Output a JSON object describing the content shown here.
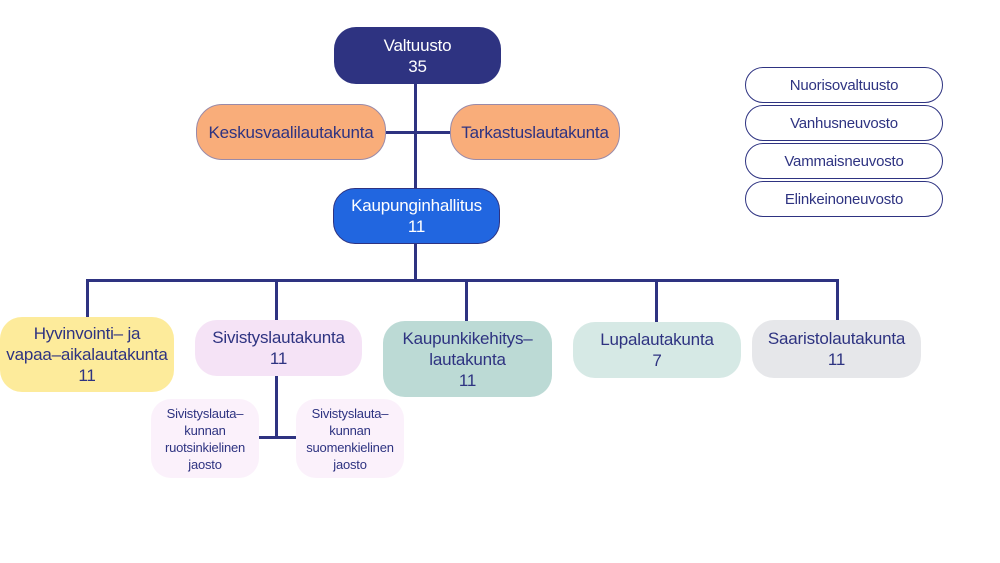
{
  "diagram": {
    "top": {
      "title": "Valtuusto",
      "count": "35"
    },
    "audit_committees": [
      {
        "title": "Keskusvaalilautakunta"
      },
      {
        "title": "Tarkastuslautakunta"
      }
    ],
    "executive": {
      "title": "Kaupunginhallitus",
      "count": "11"
    },
    "advisory_councils": [
      {
        "title": "Nuorisovaltuusto"
      },
      {
        "title": "Vanhusneuvosto"
      },
      {
        "title": "Vammaisneuvosto"
      },
      {
        "title": "Elinkeinoneuvosto"
      }
    ],
    "boards": [
      {
        "lines": [
          "Hyvinvointi– ja",
          "vapaa–aikalautakunta"
        ],
        "count": "11"
      },
      {
        "lines": [
          "Sivistyslautakunta"
        ],
        "count": "11"
      },
      {
        "lines": [
          "Kaupunkikehitys–",
          "lautakunta"
        ],
        "count": "11"
      },
      {
        "lines": [
          "Lupalautakunta"
        ],
        "count": "7"
      },
      {
        "lines": [
          "Saaristolautakunta"
        ],
        "count": "11"
      }
    ],
    "sections": [
      {
        "lines": [
          "Sivistyslauta–",
          "kunnan",
          "ruotsinkielinen",
          "jaosto"
        ]
      },
      {
        "lines": [
          "Sivistyslauta–",
          "kunnan",
          "suomenkielinen",
          "jaosto"
        ]
      }
    ],
    "colors": {
      "line": "#2e3381",
      "council": "#2e3381",
      "executive": "#2166e0",
      "audit": "#f9ad7a",
      "welfare_board": "#fdeb9b",
      "education_board": "#f5e3f6",
      "urban_board": "#bcdad5",
      "permit_board": "#d6e9e5",
      "archipelago_board": "#e6e7ea",
      "section": "#fbf1fb"
    }
  }
}
